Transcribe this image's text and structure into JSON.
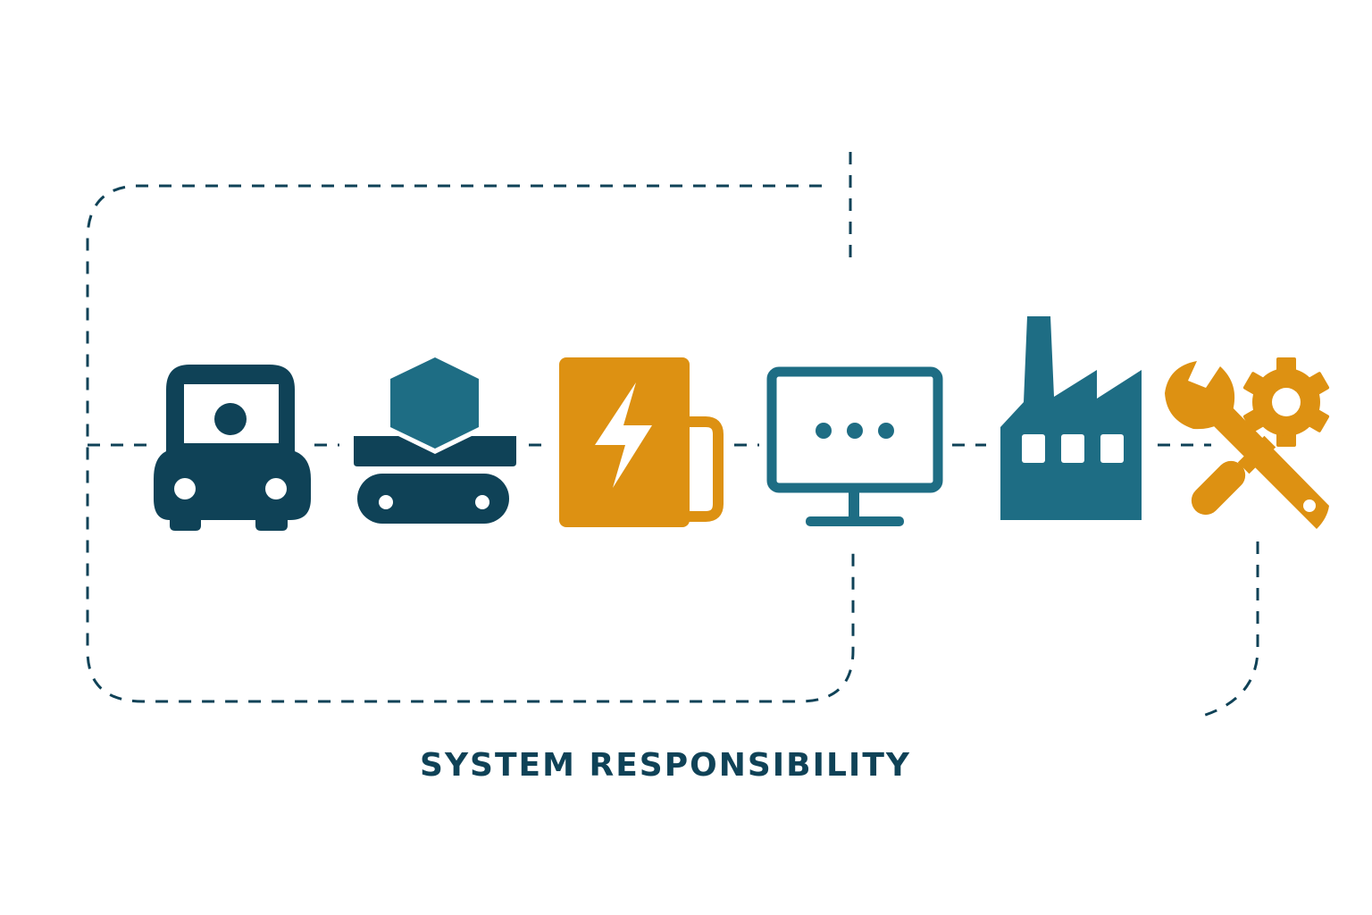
{
  "caption": "SYSTEM RESPONSIBILITY",
  "colors": {
    "navy": "#0f4257",
    "teal": "#1e6d84",
    "orange": "#dd9112",
    "background": "#ffffff"
  },
  "nodes": [
    {
      "icon": "vehicle-icon",
      "color": "navy"
    },
    {
      "icon": "conveyor-platform-icon",
      "color": "navy"
    },
    {
      "icon": "energy-storage-icon",
      "color": "orange"
    },
    {
      "icon": "monitor-icon",
      "color": "teal"
    },
    {
      "icon": "factory-icon",
      "color": "teal"
    },
    {
      "icon": "tools-gear-icon",
      "color": "orange"
    }
  ]
}
